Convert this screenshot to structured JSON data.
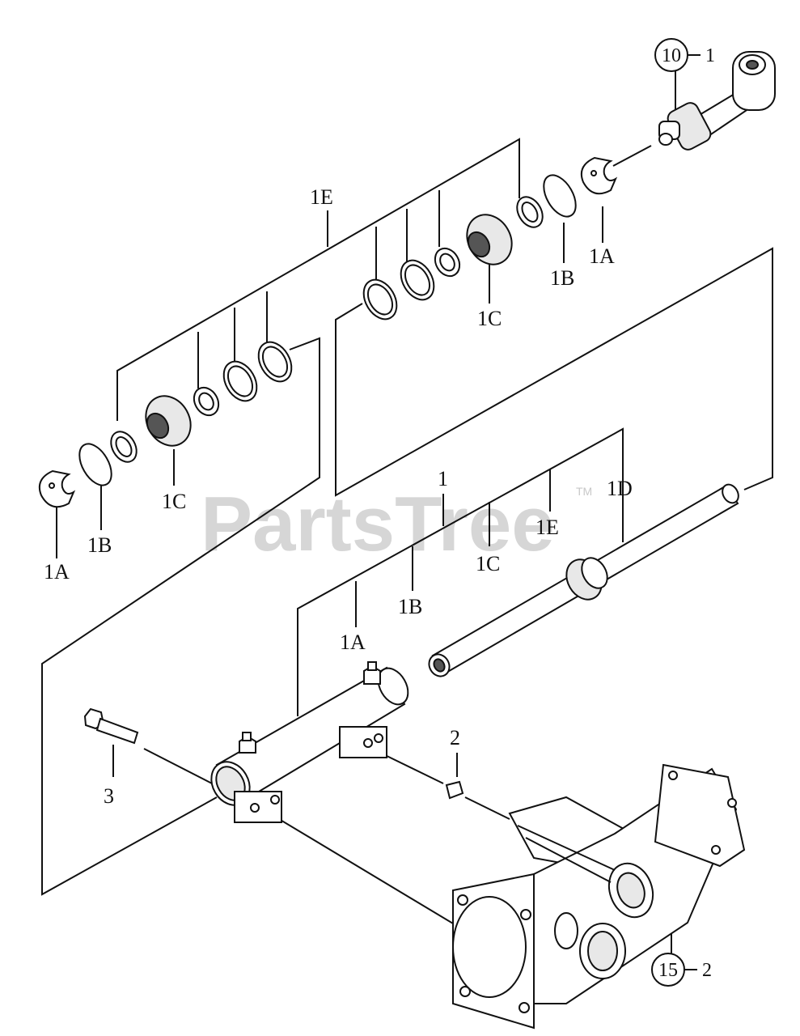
{
  "watermark": {
    "text": "PartsTree",
    "tm": "TM"
  },
  "labels": {
    "ref_top": "10",
    "ref_top_suffix": "1",
    "ref_bottom": "15",
    "ref_bottom_suffix": "2",
    "l_1E_top": "1E",
    "l_1A_right": "1A",
    "l_1B_right": "1B",
    "l_1C_right": "1C",
    "l_1C_left": "1C",
    "l_1B_left": "1B",
    "l_1A_left": "1A",
    "l_1": "1",
    "l_1D": "1D",
    "l_1E_mid": "1E",
    "l_1C_mid": "1C",
    "l_1B_mid": "1B",
    "l_1A_mid": "1A",
    "l_2": "2",
    "l_3": "3"
  }
}
